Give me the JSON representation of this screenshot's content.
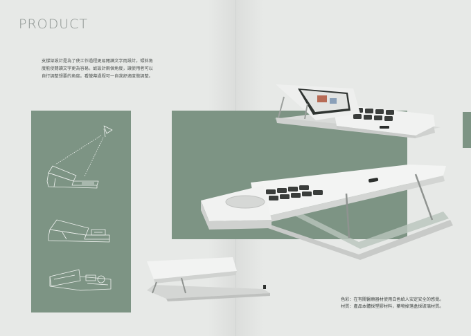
{
  "header": {
    "title": "PRODUCT"
  },
  "description": {
    "lines": [
      "支撐架設計是為了使工作過程更易閱讀文字而設計。傾斜角",
      "度能使閱讀文字更為容易。故設計兩個角度，讓使用者可以",
      "自行調整想要的角度。看螢幕過程可一自我舒適度做調整。"
    ]
  },
  "notes": {
    "color_line": "色彩：在有關醫療器材使用白色給人安定安全的感覺。",
    "material_line": "材質：產品本體採塑膠材料，藥物掉落盒採玻璃材質。"
  },
  "colors": {
    "background": "#e7e9e7",
    "panel_green": "#7d9484",
    "device_white": "#f1f2f1",
    "screen_dark": "#2f3431",
    "key_dark": "#3a3d3b"
  }
}
